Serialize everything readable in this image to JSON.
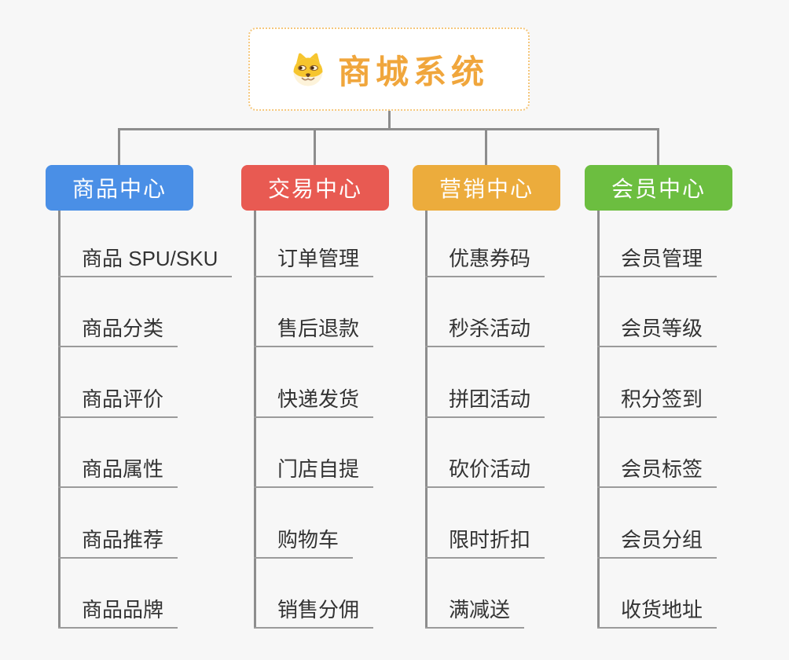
{
  "root": {
    "title": "商城系统",
    "icon": "doge-face-icon",
    "title_color": "#f0a63c",
    "border_color": "#f5c77c"
  },
  "branches": [
    {
      "label": "商品中心",
      "color": "#4a8fe6",
      "children": [
        "商品 SPU/SKU",
        "商品分类",
        "商品评价",
        "商品属性",
        "商品推荐",
        "商品品牌"
      ]
    },
    {
      "label": "交易中心",
      "color": "#e85a52",
      "children": [
        "订单管理",
        "售后退款",
        "快递发货",
        "门店自提",
        "购物车",
        "销售分佣"
      ]
    },
    {
      "label": "营销中心",
      "color": "#ecac3c",
      "children": [
        "优惠券码",
        "秒杀活动",
        "拼团活动",
        "砍价活动",
        "限时折扣",
        "满减送"
      ]
    },
    {
      "label": "会员中心",
      "color": "#6cbe40",
      "children": [
        "会员管理",
        "会员等级",
        "积分签到",
        "会员标签",
        "会员分组",
        "收货地址"
      ]
    }
  ],
  "colors": {
    "background": "#f7f7f7",
    "connector": "#8d8d8d",
    "leaf_underline": "#9b9b9b",
    "leaf_text": "#333333"
  }
}
